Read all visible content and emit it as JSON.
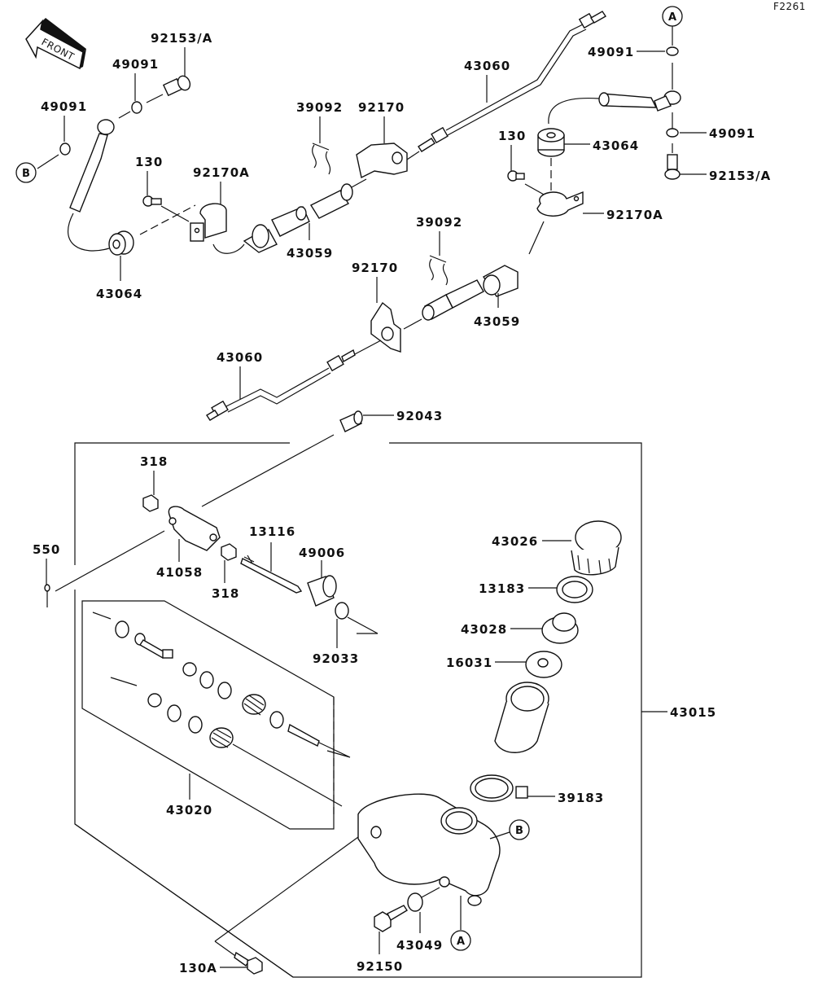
{
  "diagram": {
    "figure_id": "F2261",
    "front_arrow_text": "FRONT",
    "refs": {
      "a": "A",
      "b": "B"
    },
    "labels": {
      "p92153a_left": "92153/A",
      "p49091_left_top": "49091",
      "p49091_left": "49091",
      "p130_left": "130",
      "p92170a_left": "92170A",
      "p43064_left": "43064",
      "p39092_top": "39092",
      "p92170_top": "92170",
      "p43059_top": "43059",
      "p43060_top": "43060",
      "p49091_right_top": "49091",
      "p49091_right_bottom": "49091",
      "p92153a_right": "92153/A",
      "p130_right": "130",
      "p43064_right": "43064",
      "p92170a_right": "92170A",
      "p39092_mid": "39092",
      "p92170_mid": "92170",
      "p43059_mid": "43059",
      "p43060_bottom": "43060",
      "p92043": "92043",
      "p318_top": "318",
      "p550": "550",
      "p41058": "41058",
      "p318_bottom": "318",
      "p13116": "13116",
      "p49006": "49006",
      "p92033": "92033",
      "p43026": "43026",
      "p13183": "13183",
      "p43028": "43028",
      "p16031": "16031",
      "p43015": "43015",
      "p39183": "39183",
      "p43020": "43020",
      "p130a": "130A",
      "p92150": "92150",
      "p43049": "43049"
    }
  }
}
